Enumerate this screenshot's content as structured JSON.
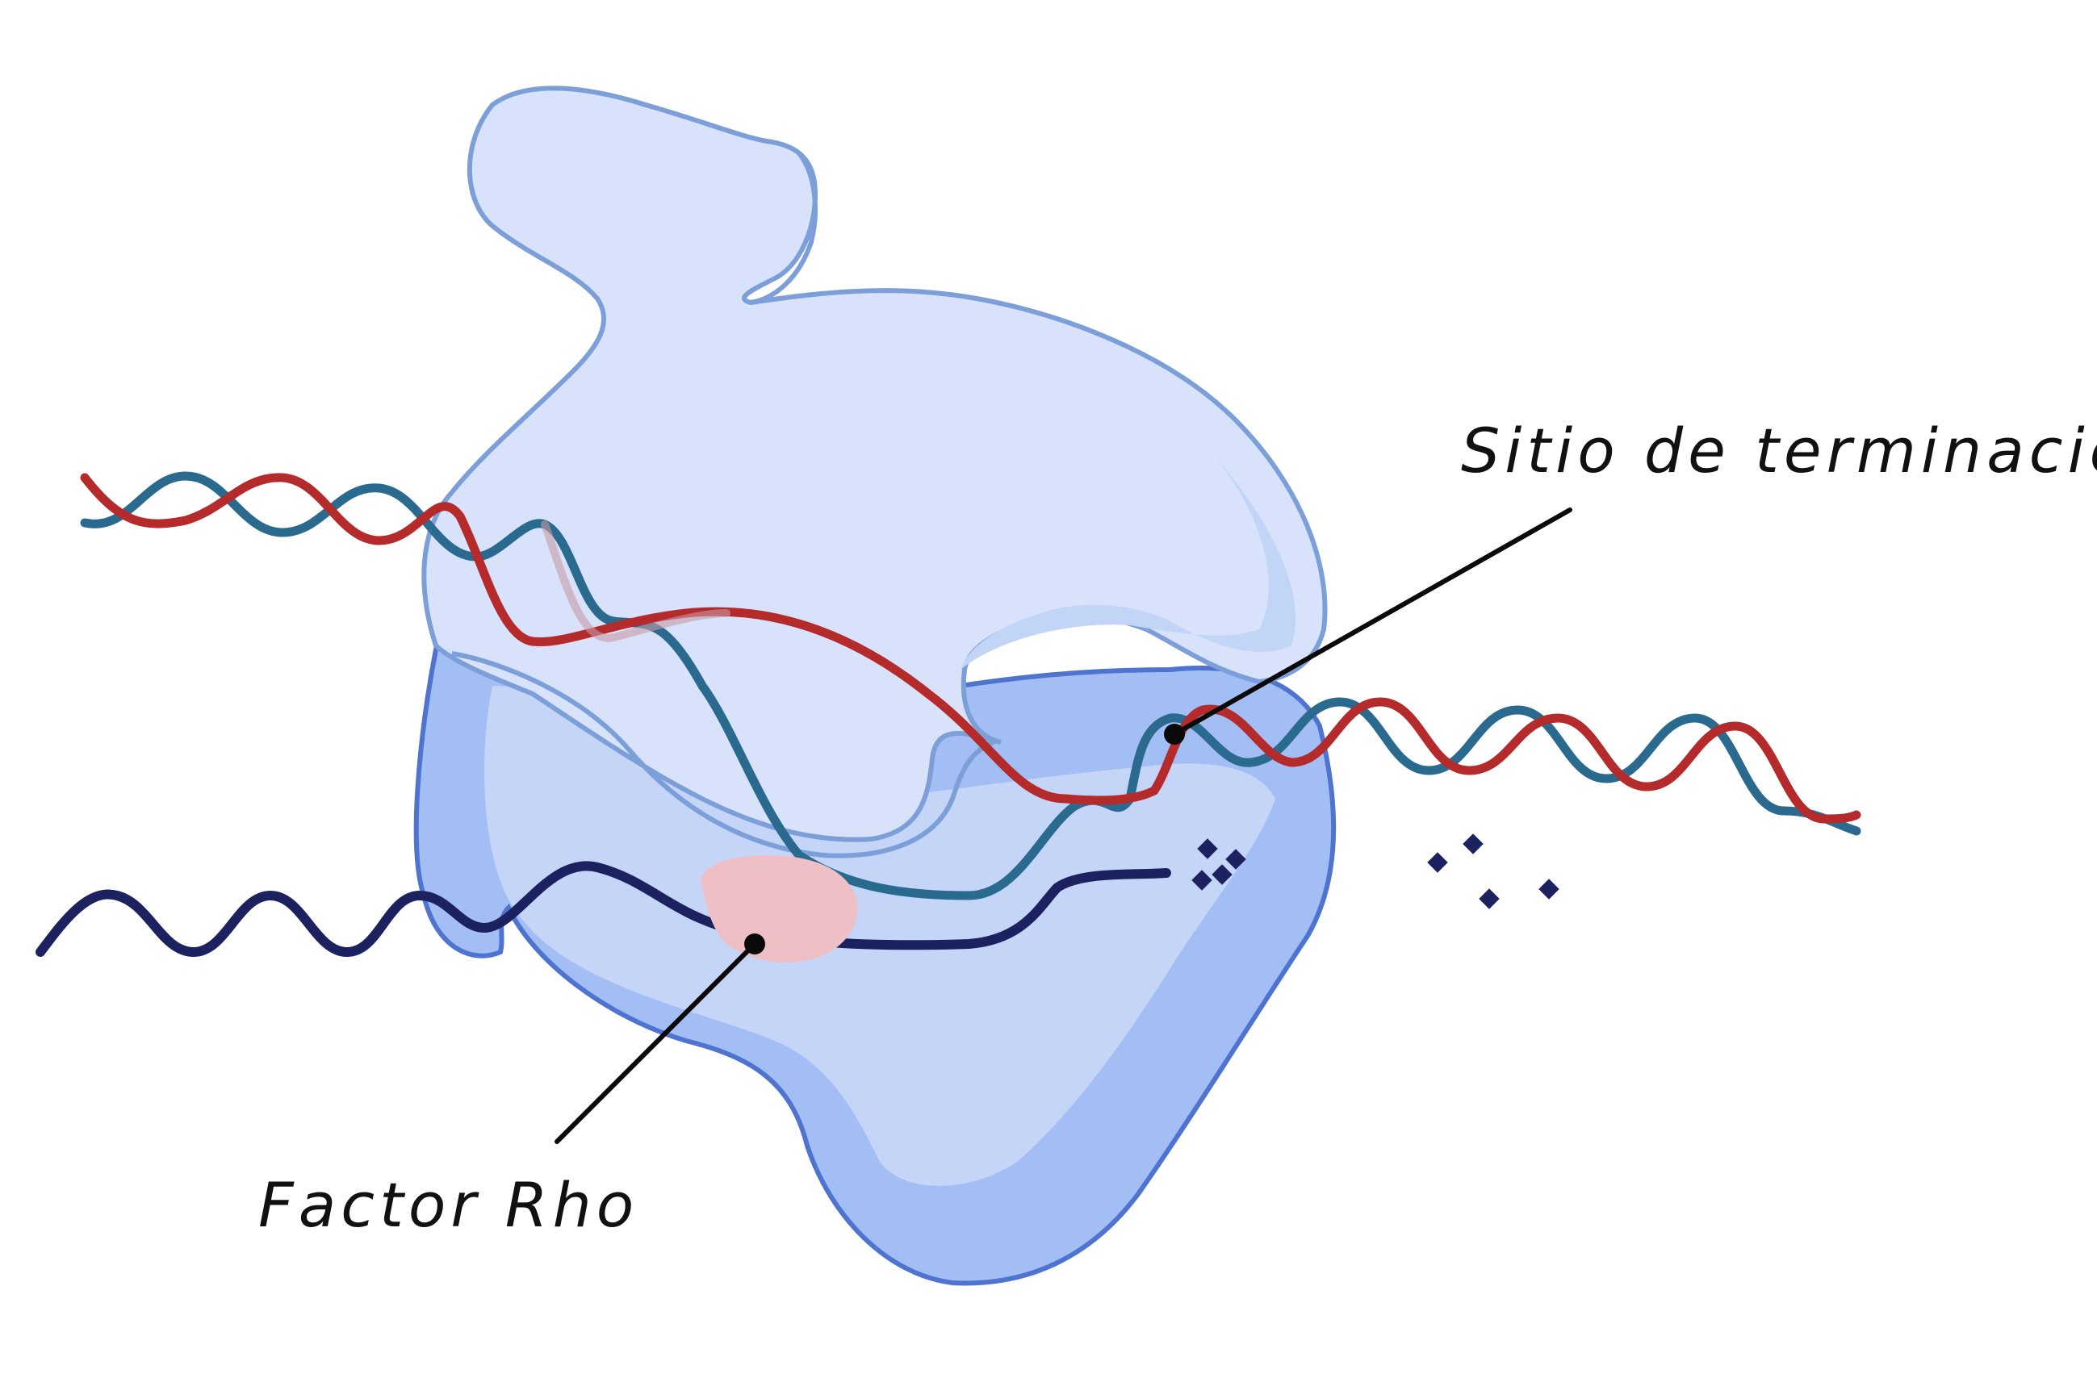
{
  "labels": {
    "termination_site": "Sitio de terminación",
    "rho_factor": "Factor Rho"
  },
  "colors": {
    "polymerase_upper_fill": "#d8e3fb",
    "polymerase_upper_shade": "#c3d5f6",
    "polymerase_lower_fill": "#a3bdf5",
    "polymerase_lower_inner": "#c4d5f7",
    "polymerase_outline": "#7d9fd9",
    "polymerase_lower_outline": "#4f74cf",
    "dna_template_strand": "#2b6a8f",
    "dna_coding_strand": "#b52a2a",
    "rna_transcript": "#1c2260",
    "rho_factor": "#eec0c6",
    "leader_line": "#0a0a0a"
  },
  "icons": {
    "nucleotides": "diamond-dots"
  }
}
